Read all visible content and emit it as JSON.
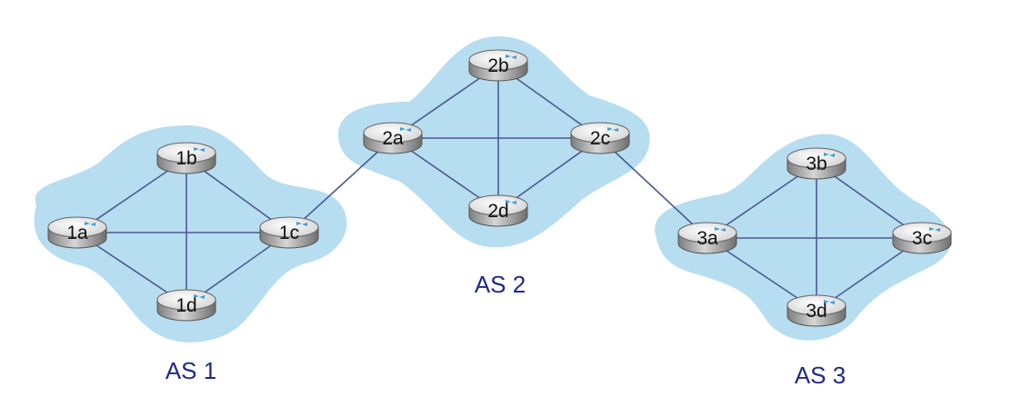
{
  "diagram": {
    "colors": {
      "cloud": "#b7ddf1",
      "link": "#4a5a93",
      "as_label": "#1f2a8a",
      "router_top": "#f2f2f2",
      "router_side": "#9a9a9a",
      "router_arrow": "#3aa0dc"
    },
    "autonomous_systems": [
      {
        "id": "as1",
        "label": "AS 1",
        "routers": [
          {
            "id": "1a",
            "label": "1a"
          },
          {
            "id": "1b",
            "label": "1b"
          },
          {
            "id": "1c",
            "label": "1c"
          },
          {
            "id": "1d",
            "label": "1d"
          }
        ]
      },
      {
        "id": "as2",
        "label": "AS 2",
        "routers": [
          {
            "id": "2a",
            "label": "2a"
          },
          {
            "id": "2b",
            "label": "2b"
          },
          {
            "id": "2c",
            "label": "2c"
          },
          {
            "id": "2d",
            "label": "2d"
          }
        ]
      },
      {
        "id": "as3",
        "label": "AS 3",
        "routers": [
          {
            "id": "3a",
            "label": "3a"
          },
          {
            "id": "3b",
            "label": "3b"
          },
          {
            "id": "3c",
            "label": "3c"
          },
          {
            "id": "3d",
            "label": "3d"
          }
        ]
      }
    ],
    "links": [
      [
        "1a",
        "1b"
      ],
      [
        "1a",
        "1c"
      ],
      [
        "1a",
        "1d"
      ],
      [
        "1b",
        "1c"
      ],
      [
        "1b",
        "1d"
      ],
      [
        "1c",
        "1d"
      ],
      [
        "2a",
        "2b"
      ],
      [
        "2a",
        "2c"
      ],
      [
        "2a",
        "2d"
      ],
      [
        "2b",
        "2c"
      ],
      [
        "2b",
        "2d"
      ],
      [
        "2c",
        "2d"
      ],
      [
        "3a",
        "3b"
      ],
      [
        "3a",
        "3c"
      ],
      [
        "3a",
        "3d"
      ],
      [
        "3b",
        "3c"
      ],
      [
        "3b",
        "3d"
      ],
      [
        "3c",
        "3d"
      ],
      [
        "1c",
        "2a"
      ],
      [
        "2c",
        "3a"
      ]
    ]
  }
}
